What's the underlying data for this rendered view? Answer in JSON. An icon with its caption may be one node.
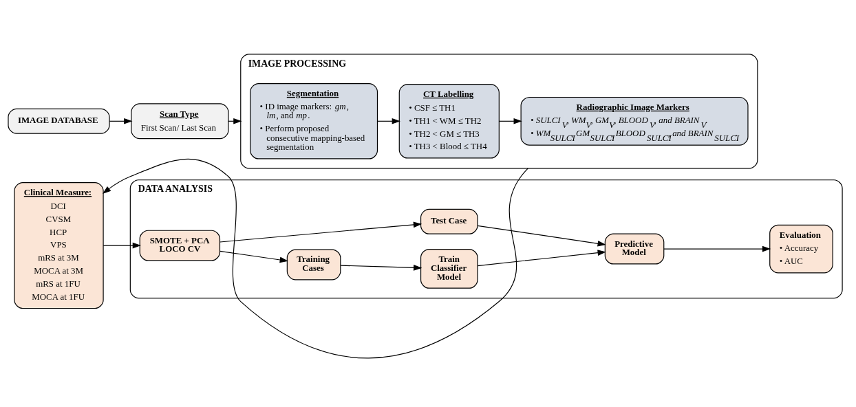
{
  "diagram": {
    "nodes": [
      {
        "text": [
          "IMAGE DATABASE"
        ]
      },
      {
        "text": [
          "Scan Type",
          "First Scan/ Last Scan"
        ]
      },
      {
        "text": [
          "IMAGE PROCESSING"
        ]
      },
      {
        "text": [
          "Segmentation",
          "• ID image markers: *gm*, *lm*, and *mp*.",
          "• Perform proposed consecutive mapping-based segmentation"
        ],
        "in": 2
      },
      {
        "text": [
          "CT Labelling",
          "• CSF ≤ TH1",
          "• TH1 < WM ≤ TH2",
          "• TH2 < GM ≤ TH3",
          "• TH3 < Blood ≤ TH4"
        ],
        "in": 2
      },
      {
        "text": [
          "Radiographic Image Markers",
          "• SULCI$_{V}$, WM$_{V}$, GM$_{V}$, BLOOD$_{V}$, and BRAIN$_{V}$.",
          "• WM$_{SULCI}$, GM$_{SULCI}$, BLOOD$_{SULCI}$, and BRAIN$_{SULCI}$."
        ],
        "in": 2
      },
      {
        "text": [
          "DATA ANALYSIS"
        ]
      },
      {
        "text": [
          "Evaluation",
          "• Accuracy",
          "• AUC"
        ],
        "in": 6
      },
      {
        "text": [
          "Train Classifier Model"
        ],
        "in": 6
      },
      {
        "text": [
          "Training Cases"
        ],
        "in": 6
      },
      {
        "text": [
          "Predictive Model"
        ],
        "in": 6
      },
      {
        "text": [
          "Test Case"
        ],
        "in": 6
      },
      {
        "text": [
          "SMOTE + PCA LOCO CV"
        ],
        "in": 6
      },
      {
        "text": [
          "Clinical Measure:",
          "DCI",
          "CVSM",
          "HCP",
          "VPS",
          "mRS at 3M",
          "MOCA at 3M",
          "mRS at 1FU",
          "MOCA at 1FU"
        ]
      }
    ],
    "edges": [
      {
        "from": 0,
        "to": 1,
        "arrow": "to"
      },
      {
        "from": 1,
        "to": 2,
        "arrow": "to"
      },
      {
        "from": 3,
        "to": 4,
        "arrow": "to"
      },
      {
        "from": 4,
        "to": 5,
        "arrow": "to"
      },
      {
        "from": 2,
        "to": 13,
        "arrow": "to"
      },
      {
        "from": 13,
        "to": 12,
        "arrow": "to"
      },
      {
        "from": 12,
        "to": 9,
        "arrow": "to"
      },
      {
        "from": 12,
        "to": 11,
        "arrow": "to"
      },
      {
        "from": 9,
        "to": 8,
        "arrow": "to"
      },
      {
        "from": 8,
        "to": 10,
        "arrow": "to"
      },
      {
        "from": 11,
        "to": 10,
        "arrow": "to"
      },
      {
        "from": 10,
        "to": 7,
        "arrow": "to"
      }
    ]
  }
}
